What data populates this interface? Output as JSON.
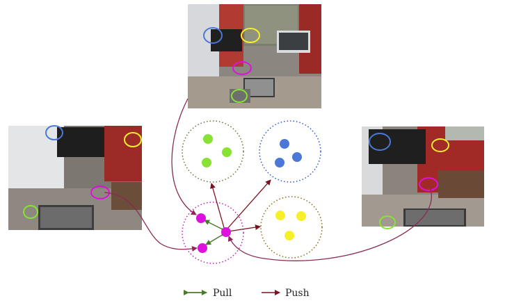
{
  "legend": {
    "pull_label": "Pull",
    "push_label": "Push"
  },
  "colors": {
    "background": "#ffffff",
    "pull_arrow": "#4a7a2a",
    "push_arrow": "#7a1020",
    "connector": "#8a2a55",
    "magenta": "#dd11dd",
    "green": "#88e233",
    "blue": "#4b78d6",
    "yellow": "#f7ef2a",
    "cluster_green_border": "#6b6b3a",
    "cluster_blue_border": "#2d53c8",
    "cluster_yellow_border": "#8a6a1a",
    "cluster_magenta_border": "#c21bc2"
  },
  "photos": [
    {
      "id": "top",
      "description_icon": "office-room-photo"
    },
    {
      "id": "left",
      "description_icon": "office-room-photo"
    },
    {
      "id": "right",
      "description_icon": "office-room-photo"
    }
  ],
  "clusters": [
    {
      "id": "green-cluster",
      "color_key": "green",
      "border_key": "cluster_green_border"
    },
    {
      "id": "blue-cluster",
      "color_key": "blue",
      "border_key": "cluster_blue_border"
    },
    {
      "id": "yellow-cluster",
      "color_key": "yellow",
      "border_key": "cluster_yellow_border"
    },
    {
      "id": "magenta-cluster",
      "color_key": "magenta",
      "border_key": "cluster_magenta_border"
    }
  ]
}
